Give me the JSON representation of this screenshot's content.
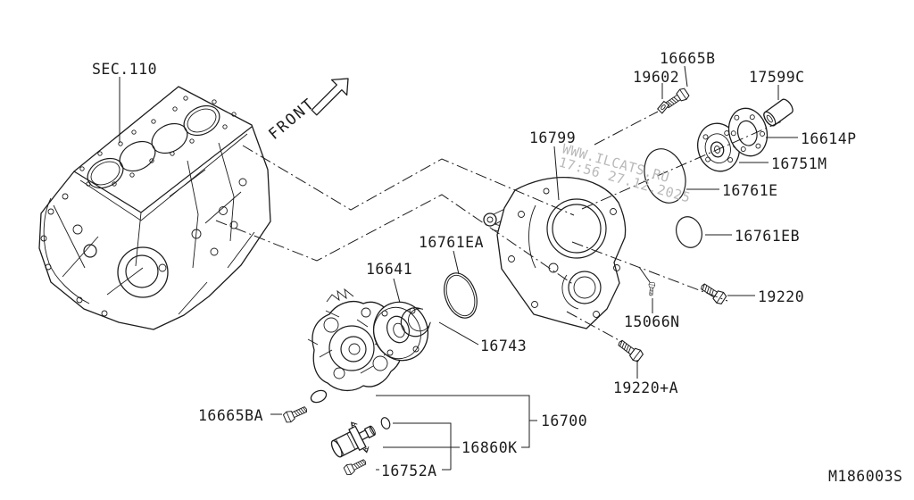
{
  "diagram": {
    "title_code": "M186003S",
    "section_label": "SEC.110",
    "front_label": "FRONT",
    "background_color": "#ffffff",
    "line_color": "#1c1c1c",
    "watermark": {
      "line1": "WWW.ILCATS.RU",
      "line2": "17:56 27.12.2025",
      "color": "#b9b9b9"
    },
    "labels": {
      "sec110": "SEC.110",
      "front": "FRONT",
      "p16665B": "16665B",
      "p19602": "19602",
      "p17599C": "17599C",
      "p16614P": "16614P",
      "p16751M": "16751M",
      "p16761E": "16761E",
      "p16761EB": "16761EB",
      "p16799": "16799",
      "p16761EA": "16761EA",
      "p16641": "16641",
      "p16743": "16743",
      "p19220": "19220",
      "p15066N": "15066N",
      "p19220A": "19220+A",
      "p16665BA": "16665BA",
      "p16700": "16700",
      "p16860K": "16860K",
      "p16752A": "16752A",
      "drawing_no": "M186003S"
    },
    "part_codes": [
      "16665B",
      "19602",
      "17599C",
      "16614P",
      "16751M",
      "16761E",
      "16761EB",
      "16799",
      "16761EA",
      "16641",
      "16743",
      "19220",
      "15066N",
      "19220+A",
      "16665BA",
      "16700",
      "16860K",
      "16752A"
    ]
  }
}
